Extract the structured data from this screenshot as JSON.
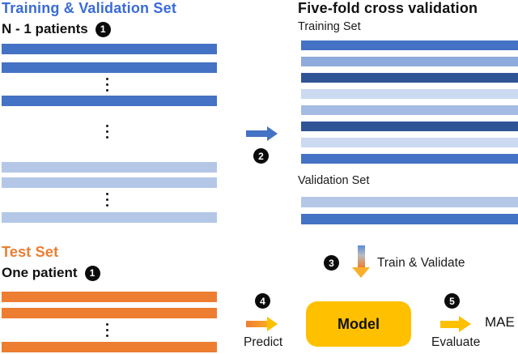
{
  "colors": {
    "blue": "#4472C4",
    "light_blue": "#B4C7E7",
    "dark_blue": "#2F5496",
    "pale_blue": "#CBD9F1",
    "mid_blue": "#A5BBE3",
    "periwinkle": "#8FAADC",
    "orange": "#ED7D31",
    "yellow": "#FFC000",
    "heading_blue": "#3A6BD5"
  },
  "top_left": {
    "title": "Training & Validation Set",
    "subtitle": "N - 1 patients",
    "badge": "1",
    "bar_color": "#4472C4",
    "light_bar_color": "#B4C7E7"
  },
  "top_right": {
    "title": "Five-fold cross validation",
    "training_label": "Training Set",
    "validation_label": "Validation Set",
    "fold_bar_colors": [
      "#4472C4",
      "#8FAADC",
      "#2F5496",
      "#CBD9F1",
      "#A5BBE3",
      "#2F5496",
      "#CBD9F1",
      "#4472C4"
    ],
    "validation_bar_colors": [
      "#B4C7E7",
      "#4472C4"
    ]
  },
  "bottom_left": {
    "title": "Test Set",
    "subtitle": "One patient",
    "badge": "1",
    "bar_color": "#ED7D31"
  },
  "flow": {
    "step2": {
      "badge": "2"
    },
    "step3": {
      "badge": "3",
      "label": "Train & Validate"
    },
    "step4": {
      "badge": "4",
      "label": "Predict"
    },
    "step5": {
      "badge": "5",
      "label": "Evaluate"
    },
    "model_label": "Model",
    "result_label": "MAE"
  }
}
